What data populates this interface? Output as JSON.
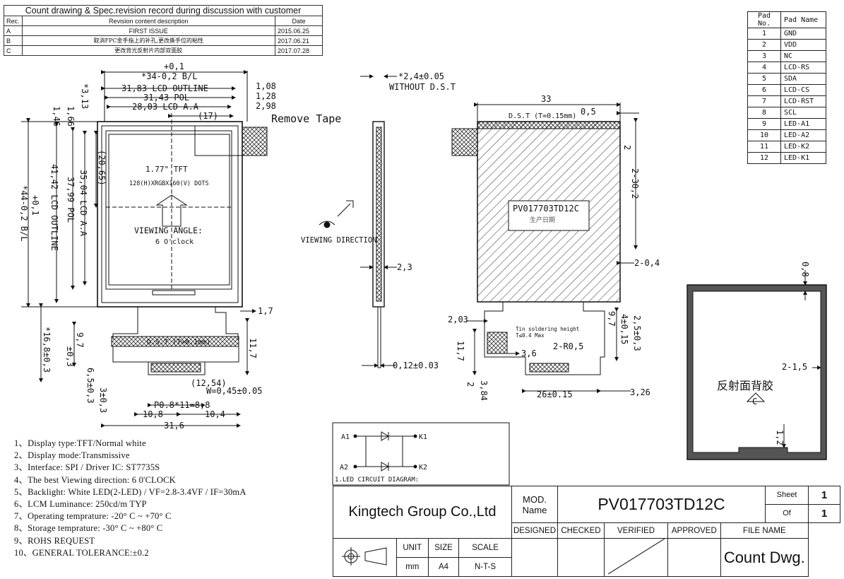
{
  "revision_table": {
    "title": "Count drawing & Spec.revision record during discussion with customer",
    "headers": [
      "Rec.",
      "Revision content description",
      "Date"
    ],
    "rows": [
      {
        "rec": "A",
        "desc": "FIRST ISSUE",
        "date": "2015.06.25"
      },
      {
        "rec": "B",
        "desc": "取消FPC金手指上的补孔,更改撕手位的粘性",
        "date": "2017.06.21"
      },
      {
        "rec": "C",
        "desc": "更改背光反射片内部双面胶",
        "date": "2017.07.28"
      }
    ]
  },
  "pad_table": {
    "headers": [
      "Pad No.",
      "Pad Name"
    ],
    "rows": [
      [
        "1",
        "GND"
      ],
      [
        "2",
        "VDD"
      ],
      [
        "3",
        "NC"
      ],
      [
        "4",
        "LCD-RS"
      ],
      [
        "5",
        "SDA"
      ],
      [
        "6",
        "LCD-CS"
      ],
      [
        "7",
        "LCD-RST"
      ],
      [
        "8",
        "SCL"
      ],
      [
        "9",
        "LED-A1"
      ],
      [
        "10",
        "LED-A2"
      ],
      [
        "11",
        "LED-K2"
      ],
      [
        "12",
        "LED-K1"
      ]
    ]
  },
  "front_view": {
    "dims_top": [
      "+0,1",
      "*34-0,2 B/L",
      "31,83 LCD OUTLINE",
      "31,43 POL",
      "28,03 LCD A.A",
      "(17)",
      "1,08",
      "1,28",
      "2,98"
    ],
    "dims_left": [
      "1,46",
      "1,66",
      "*3,13",
      "(20,65)",
      "35,04 LCD A.A",
      "37,99 POL",
      "41,42 LCD OUTLINE",
      "+0,1",
      "*44-0,2 B/L"
    ],
    "remove_tape": "Remove Tape",
    "display_title": "1.77\" TFT",
    "resolution": "128(H)XRGBX160(V) DOTS",
    "viewing_angle": "VIEWING ANGLE:",
    "viewing_clock": "6 O'clock",
    "dst_label": "D.S.T (T=0.1mm)",
    "dims_bottom": [
      "1,7",
      "11,7",
      "*16,8±0,3",
      "9,7",
      "±0,3",
      "6,5±0,3",
      "3±0,3",
      "(12,54)",
      "W=0,45±0.05",
      "P0.8*11=8,8",
      "10,8",
      "10,4",
      "31,6"
    ]
  },
  "side_view": {
    "thickness": "*2,4±0.05",
    "without_dst": "WITHOUT D.S.T",
    "dims": [
      "2,3",
      "0,12±0.03"
    ],
    "viewing_direction": "VIEWING DIRECTION"
  },
  "back_view": {
    "dims": [
      "33",
      "0,5",
      "D.S.T (T=0.15mm)",
      "2",
      "2-30,2",
      "2-0,4",
      "2,03",
      "11,7",
      "2",
      "3,84",
      "3,6",
      "2-R0,5",
      "9,7",
      "4±0,15",
      "2,5±0,3",
      "26±0.15",
      "3,26"
    ],
    "tin_label": "Tin soldering height",
    "tin_value": "T≤0.4 Max",
    "label_box": "PV017703TD12C",
    "label_sub": "生产日期"
  },
  "reflector_view": {
    "dims": [
      "0,8",
      "2-1,5",
      "1,2"
    ],
    "text": "反射面背胶",
    "mark": "C"
  },
  "notes": [
    "1、Display type:TFT/Normal white",
    "2、Display mode:Transmissive",
    "3、Interface: SPI / Driver IC: ST7735S",
    "4、The best  Viewing direction: 6 0'CLOCK",
    "5、Backlight: White LED(2-LED) / VF=2.8-3.4VF / IF=30mA",
    "6、LCM Luminance: 250cd/m TYP",
    "7、Operating temprature: -20° C ~ +70° C",
    "8、Storage temprature: -30° C ~ +80° C",
    "9、ROHS REQUEST",
    "10、GENERAL TOLERANCE:±0.2"
  ],
  "led_circuit": {
    "labels": [
      "A1",
      "K1",
      "A2",
      "K2"
    ],
    "caption": "1.LED CIRCUIT DIAGRAM:"
  },
  "title_block": {
    "company": "Kingtech Group Co.,Ltd",
    "mod_label": "MOD.\nName",
    "model": "PV017703TD12C",
    "sheet_label": "Sheet",
    "sheet_value": "1",
    "of_label": "Of",
    "of_value": "1",
    "roles": [
      "DESIGNED",
      "CHECKED",
      "VERIFIED",
      "APPROVED",
      "FILE NAME"
    ],
    "unit_label": "UNIT",
    "size_label": "SIZE",
    "scale_label": "SCALE",
    "unit_value": "mm",
    "size_value": "A4",
    "scale_value": "N-T-S",
    "file_name": "Count Dwg."
  }
}
